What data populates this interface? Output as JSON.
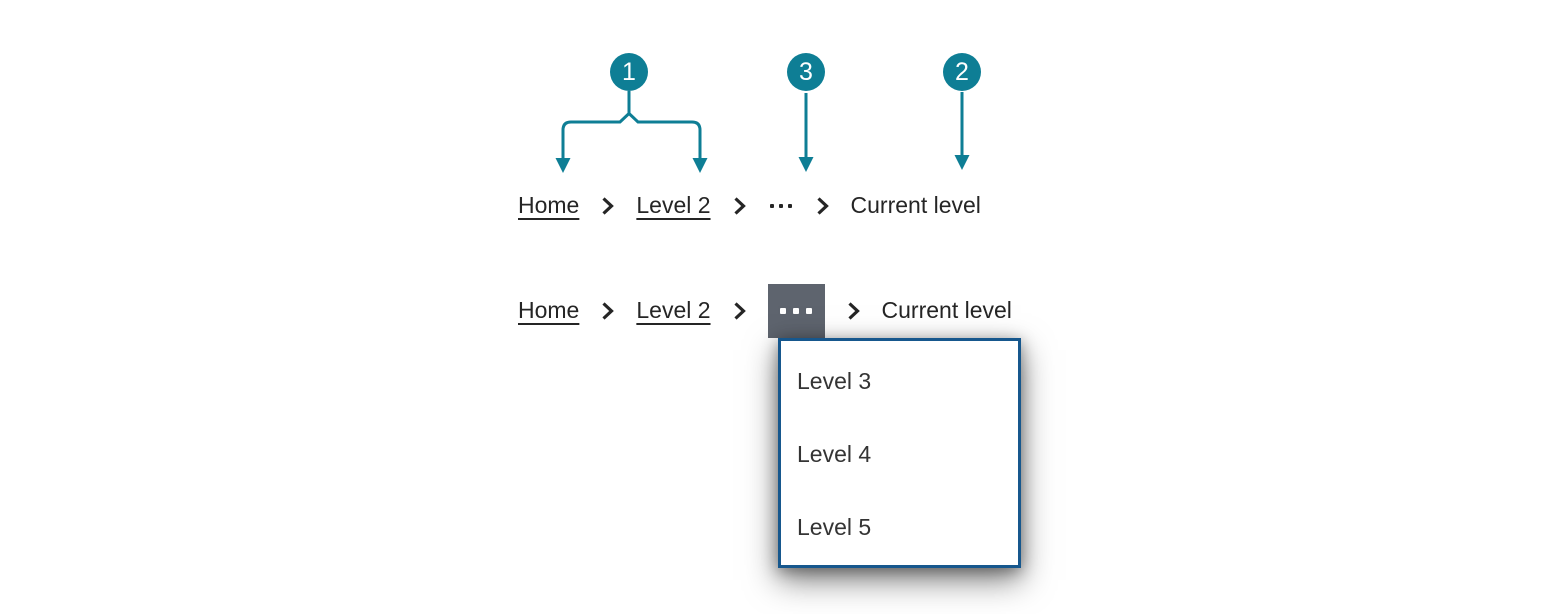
{
  "annotations": {
    "badges": [
      "1",
      "3",
      "2"
    ]
  },
  "icons": {
    "separator": "chevron-right",
    "collapsed_overflow": "horizontal-ellipsis",
    "overflow_button": "horizontal-ellipsis",
    "callout_pointer": "arrow-down",
    "callout_bracket": "split-bracket"
  },
  "breadcrumb": {
    "home": "Home",
    "level2": "Level 2",
    "current": "Current level"
  },
  "menu": {
    "items": [
      "Level 3",
      "Level 4",
      "Level 5"
    ]
  },
  "colors": {
    "accent_teal": "#0E7E95",
    "breadcrumb_text": "#252525",
    "menu_text": "#343434",
    "overflow_button_bg": "#5E646E",
    "overflow_button_dots": "#FFFFFF",
    "dropdown_border": "#16578D",
    "dropdown_bg": "#FFFFFF"
  }
}
